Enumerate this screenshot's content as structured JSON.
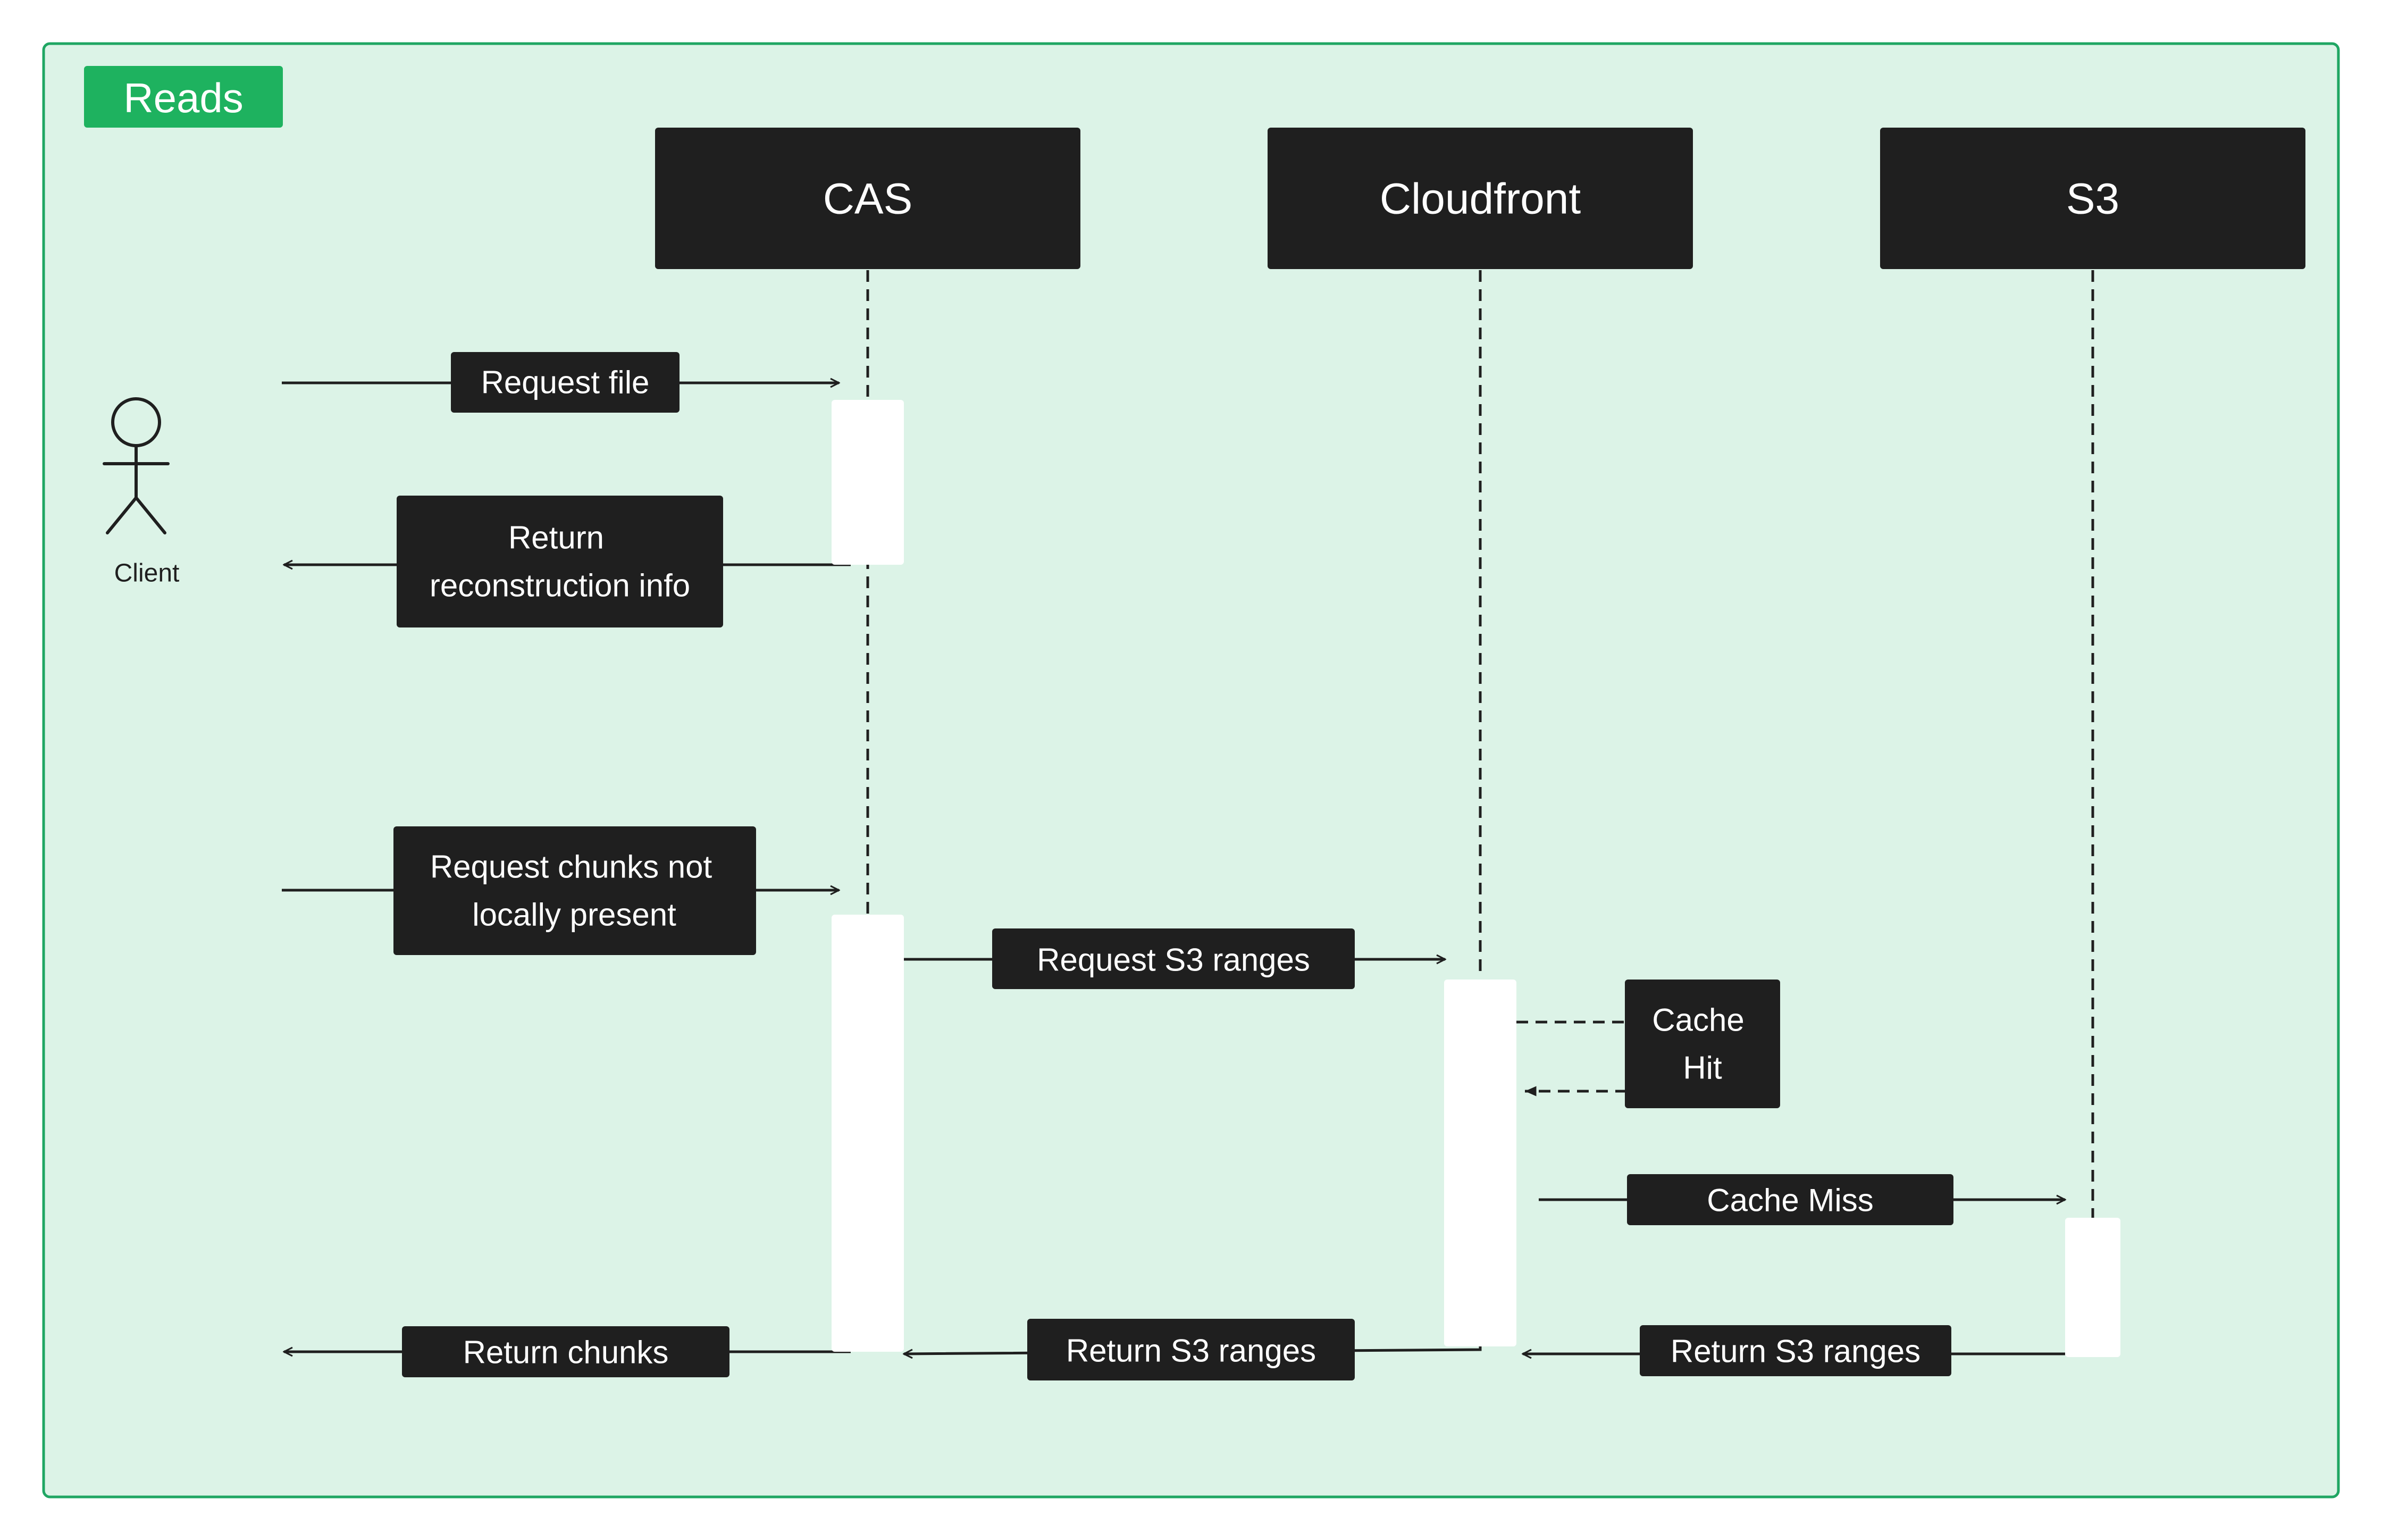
{
  "frame": {
    "title": "Reads",
    "background_color": "#dcf3e7",
    "border_color": "#1fa663",
    "title_color": "#1eb25f"
  },
  "actor": {
    "label": "Client",
    "icon": "stick-figure-icon"
  },
  "participants": [
    {
      "id": "cas",
      "label": "CAS"
    },
    {
      "id": "cloudfront",
      "label": "Cloudfront"
    },
    {
      "id": "s3",
      "label": "S3"
    }
  ],
  "messages": [
    {
      "id": "request-file",
      "lines": [
        "Request file"
      ],
      "from": "client",
      "to": "cas"
    },
    {
      "id": "return-reconstruction-info",
      "lines": [
        "Return",
        "reconstruction info"
      ],
      "from": "cas",
      "to": "client"
    },
    {
      "id": "request-chunks",
      "lines": [
        "Request chunks not",
        "locally present"
      ],
      "from": "client",
      "to": "cas"
    },
    {
      "id": "request-s3-ranges",
      "lines": [
        "Request S3 ranges"
      ],
      "from": "cas",
      "to": "cloudfront"
    },
    {
      "id": "cache-hit",
      "lines": [
        "Cache",
        "Hit"
      ],
      "from": "cloudfront",
      "to": "cloudfront"
    },
    {
      "id": "cache-miss",
      "lines": [
        "Cache Miss"
      ],
      "from": "cloudfront",
      "to": "s3"
    },
    {
      "id": "return-s3-ranges-s3",
      "lines": [
        "Return S3 ranges"
      ],
      "from": "s3",
      "to": "cloudfront"
    },
    {
      "id": "return-s3-ranges-cloudfront",
      "lines": [
        "Return S3 ranges"
      ],
      "from": "cloudfront",
      "to": "cas"
    },
    {
      "id": "return-chunks",
      "lines": [
        "Return chunks"
      ],
      "from": "cas",
      "to": "client"
    }
  ]
}
